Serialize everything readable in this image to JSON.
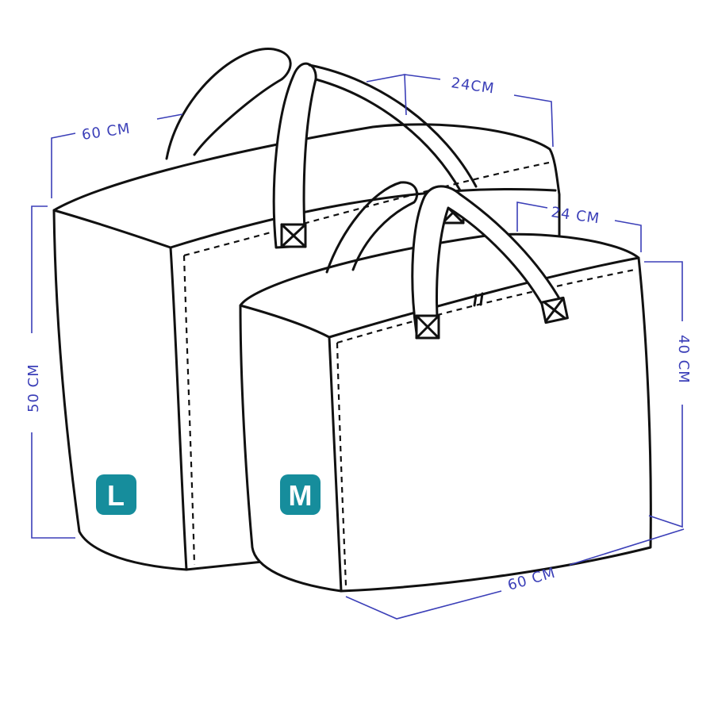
{
  "large_bag": {
    "size_label": "L",
    "width": "60 CM",
    "depth": "24CM",
    "height": "50 CM"
  },
  "medium_bag": {
    "size_label": "M",
    "width": "60 CM",
    "depth": "24 CM",
    "height": "40 CM"
  },
  "colors": {
    "badge": "#168d9c",
    "dimension": "#3b3fb8",
    "outline": "#111111"
  }
}
